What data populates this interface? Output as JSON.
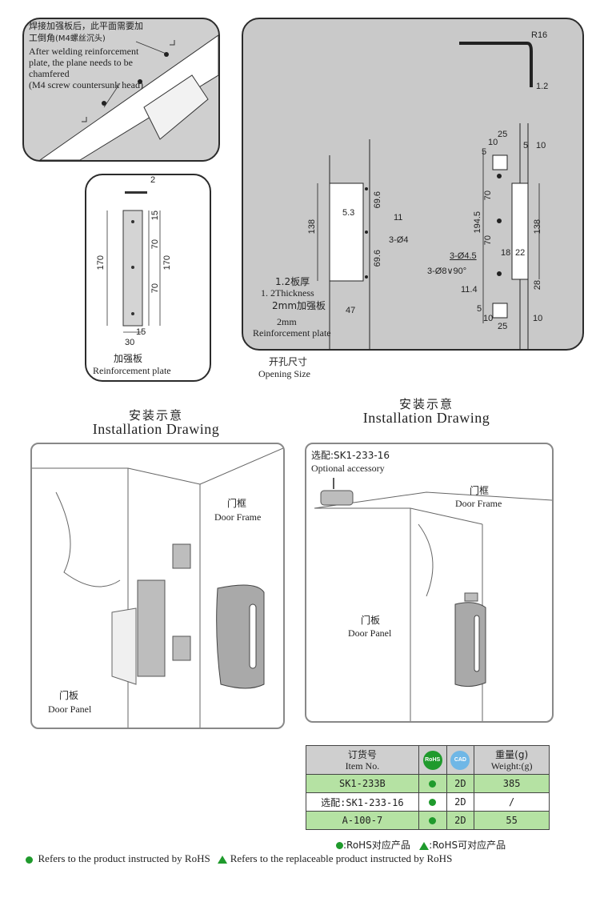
{
  "top_left": {
    "note_cn_1": "焊接加强板后，此平面需要加",
    "note_cn_2": "工倒角",
    "note_cn_3": "(M4螺丝沉头)",
    "note_en_1": "After welding reinforcement",
    "note_en_2": "plate, the plane needs to be",
    "note_en_3": "chamfered",
    "note_en_4": "(M4 screw countersunk head)"
  },
  "plate": {
    "thickness": "2",
    "total_height": "170",
    "spacing_top": "70",
    "spacing_bottom": "70",
    "offset_top": "15",
    "offset_bottom": "15",
    "overall": "170",
    "width": "30",
    "label_cn": "加强板",
    "label_en": "Reinforcement plate"
  },
  "opening": {
    "r16": "R16",
    "t12": "1.2",
    "h138_left": "138",
    "d53": "5.3",
    "d11": "11",
    "d696a": "69.6",
    "d696b": "69.6",
    "hole3d4": "3-Ø4",
    "d47": "47",
    "thick_cn": "1.2板厚",
    "thick_en": "1. 2Thickness",
    "plate_cn": "2mm加强板",
    "plate_en_1": "2mm",
    "plate_en_2": "Reinforcement plate",
    "d25a": "25",
    "d10a": "10",
    "d5a": "5",
    "d5b": "5",
    "d10b": "10",
    "d1945": "194.5",
    "d70a": "70",
    "d70b": "70",
    "h138_right": "138",
    "hole45": "3-Ø4.5",
    "hole8": "3-Ø8∨90°",
    "d18": "18",
    "d22": "22",
    "d114": "11.4",
    "d28": "28",
    "d5c": "5",
    "d10c": "10",
    "d25b": "25",
    "d10d": "10",
    "caption_cn": "开孔尺寸",
    "caption_en": "Opening Size"
  },
  "install_left": {
    "title_cn": "安装示意",
    "title_en": "Installation Drawing",
    "frame_cn": "门框",
    "frame_en": "Door Frame",
    "panel_cn": "门板",
    "panel_en": "Door Panel"
  },
  "install_right": {
    "title_cn": "安装示意",
    "title_en": "Installation Drawing",
    "accessory_cn": "选配:SK1-233-16",
    "accessory_en": "Optional accessory",
    "frame_cn": "门框",
    "frame_en": "Door Frame",
    "panel_cn": "门板",
    "panel_en": "Door Panel"
  },
  "table": {
    "col_item_cn": "订货号",
    "col_item_en": "Item No.",
    "col_rohs": "RoHS",
    "col_cad": "CAD",
    "col_weight_cn": "重量(g)",
    "col_weight_en": "Weight:(g)",
    "rows": [
      {
        "item": "SK1-233B",
        "cad": "2D",
        "weight": "385"
      },
      {
        "item": "选配:SK1-233-16",
        "cad": "2D",
        "weight": "/"
      },
      {
        "item": "A-100-7",
        "cad": "2D",
        "weight": "55"
      }
    ],
    "colors": {
      "green_row": "#b5e2a3",
      "header": "#cfcfcf",
      "rohs": "#1f9a2c",
      "cad": "#6fb7e6"
    }
  },
  "legend": {
    "rohs_cn": ":RoHS对应产品",
    "replace_cn": ":RoHS可对应产品",
    "rohs_en": "Refers to the product instructed by RoHS",
    "replace_en": "Refers to the replaceable product instructed by RoHS"
  }
}
